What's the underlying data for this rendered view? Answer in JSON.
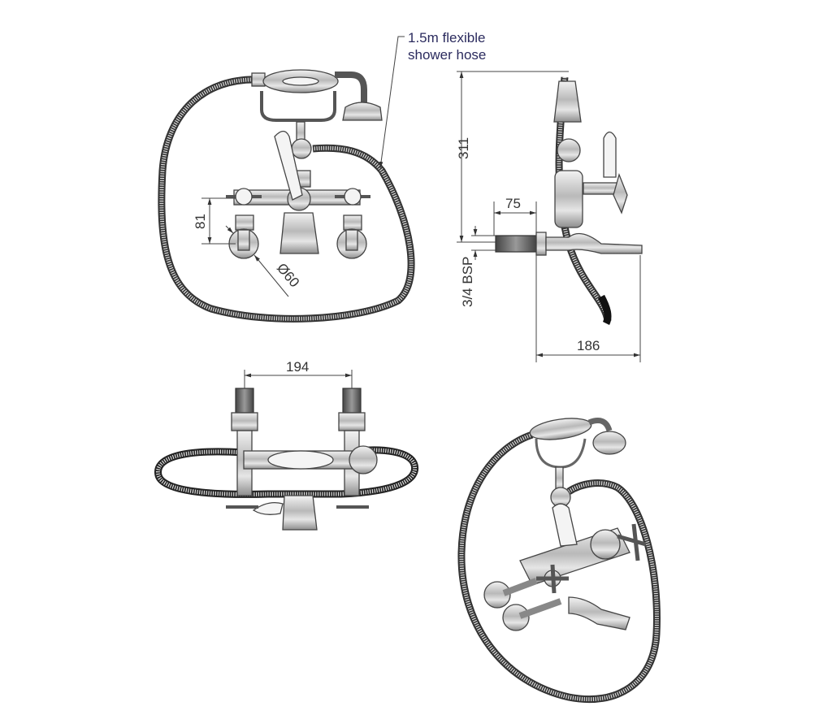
{
  "annotations": {
    "hose_line1": "1.5m flexible",
    "hose_line2": "shower hose"
  },
  "dimensions": {
    "height": "311",
    "projection_inlet": "75",
    "inlet_thread": "3/4 BSP",
    "projection_spout": "186",
    "centre_to_wall": "81",
    "flange_diameter": "Ø60",
    "centres": "194"
  },
  "colors": {
    "annotation": "#2b2b5e",
    "dimension": "#333333"
  }
}
